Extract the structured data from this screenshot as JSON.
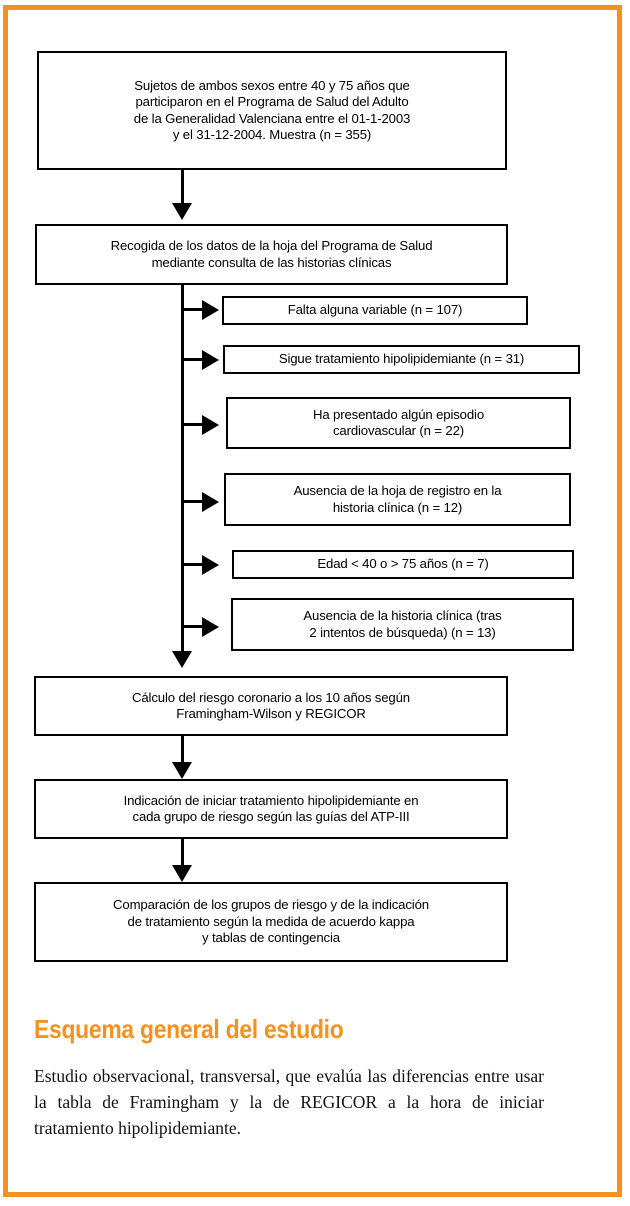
{
  "figure": {
    "frame_color": "#F5911E",
    "box_border_color": "#000000",
    "background": "#ffffff"
  },
  "flow": {
    "main_nodes": [
      {
        "id": "sample",
        "lines": [
          "Sujetos de ambos sexos entre 40 y 75 años que",
          "participaron en el Programa de Salud del Adulto",
          "de la Generalidad Valenciana entre el 01-1-2003",
          "y el 31-12-2004. Muestra (n = 355)"
        ]
      },
      {
        "id": "data-collection",
        "lines": [
          "Recogida de los datos de la hoja del Programa de Salud",
          "mediante consulta de las historias clínicas"
        ]
      },
      {
        "id": "risk-calculation",
        "lines": [
          "Cálculo del riesgo coronario a los 10 años según",
          "Framingham-Wilson y REGICOR"
        ]
      },
      {
        "id": "treatment-indication",
        "lines": [
          "Indicación de iniciar tratamiento hipolipidemiante en",
          "cada grupo de riesgo según las guías del ATP-III"
        ]
      },
      {
        "id": "comparison",
        "lines": [
          "Comparación de los grupos de riesgo y de la indicación",
          "de tratamiento según la medida de acuerdo kappa",
          "y tablas de contingencia"
        ]
      }
    ],
    "exclusions": [
      {
        "id": "missing-variable",
        "lines": [
          "Falta alguna variable (n = 107)"
        ],
        "n": 107
      },
      {
        "id": "on-lipid-treatment",
        "lines": [
          "Sigue tratamiento hipolipidemiante (n = 31)"
        ],
        "n": 31
      },
      {
        "id": "cardiovascular-event",
        "lines": [
          "Ha presentado algún episodio",
          "cardiovascular (n = 22)"
        ],
        "n": 22
      },
      {
        "id": "no-registry-sheet",
        "lines": [
          "Ausencia de la hoja de registro en la",
          "historia clínica (n = 12)"
        ],
        "n": 12
      },
      {
        "id": "age-out-of-range",
        "lines": [
          "Edad < 40 o > 75 años (n = 7)"
        ],
        "n": 7
      },
      {
        "id": "no-clinical-record",
        "lines": [
          "Ausencia de la historia clínica (tras",
          "2 intentos de búsqueda) (n = 13)"
        ],
        "n": 13
      }
    ]
  },
  "caption": {
    "title": "Esquema general del estudio",
    "body": "Estudio observacional, transversal, que evalúa las diferencias entre usar la tabla de Framingham y la de REGICOR a la hora de iniciar tratamiento hipolipidemiante."
  }
}
